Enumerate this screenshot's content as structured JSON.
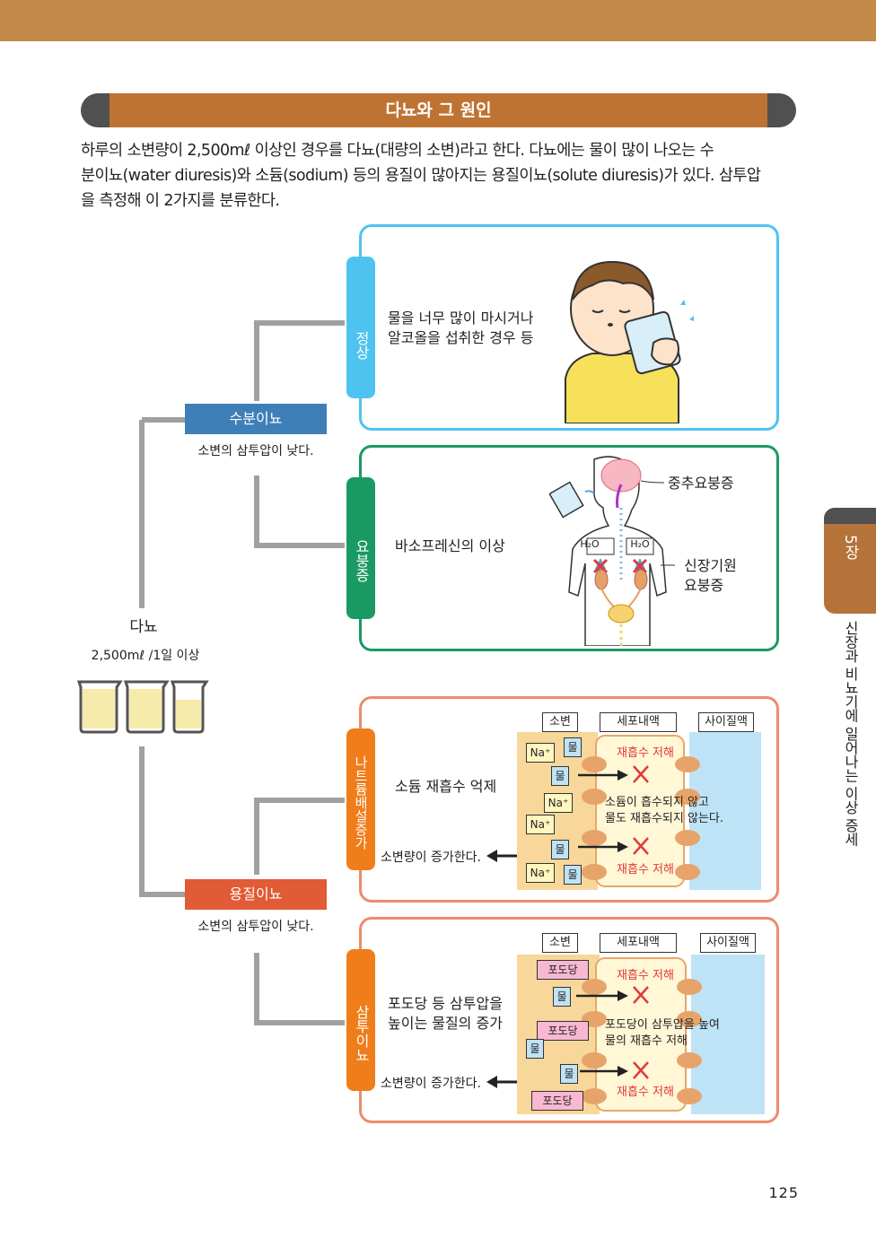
{
  "title": "다뇨와 그 원인",
  "intro": [
    "하루의 소변량이 2,500mℓ 이상인 경우를 다뇨(대량의 소변)라고 한다. 다뇨에는 물이 많이 나오는 수",
    "분이뇨(water diuresis)와 소듐(sodium) 등의 용질이 많아지는 용질이뇨(solute diuresis)가 있다. 삼투압",
    "을 측정해 이 2가지를 분류한다."
  ],
  "chapter": {
    "label": "5장",
    "title": "신장과 비뇨기에 일어나는 이상 증세"
  },
  "page_number": "125",
  "root": {
    "label": "다뇨",
    "amount": "2,500mℓ /1일 이상"
  },
  "water_diuresis": {
    "label": "수분이뇨",
    "note": "소변의 삼투압이 낮다."
  },
  "solute_diuresis": {
    "label": "용질이뇨",
    "note": "소변의 삼투압이 낮다."
  },
  "normal": {
    "tab": "정상",
    "lines": [
      "물을 너무 많이 마시거나",
      "알코올을 섭취한 경우 등"
    ]
  },
  "diabetes_insipidus": {
    "tab": "요붕증",
    "text": "바소프레신의 이상",
    "central": "중추요붕증",
    "renal": [
      "신장기원",
      "요붕증"
    ],
    "h2o": "H₂O"
  },
  "natriuresis": {
    "tab": "나트륨배설증가",
    "text": "소듐 재흡수 억제",
    "result": "소변량이 증가한다.",
    "cols": [
      "소변",
      "세포내액",
      "사이질액"
    ],
    "na": "Na⁺",
    "water": "물",
    "inhibit": "재흡수 저해",
    "desc": [
      "소듐이 흡수되지 않고",
      "물도 재흡수되지 않는다."
    ]
  },
  "osmotic": {
    "tab": "삼투이뇨",
    "lines": [
      "포도당 등 삼투압을",
      "높이는 물질의 증가"
    ],
    "result": "소변량이 증가한다.",
    "cols": [
      "소변",
      "세포내액",
      "사이질액"
    ],
    "glucose": "포도당",
    "water": "물",
    "inhibit": "재흡수 저해",
    "desc": [
      "포도당이 삼투압을 높여",
      "물의 재흡수 저해"
    ]
  },
  "colors": {
    "header_bar": "#c48a4a",
    "title_bar": "#bf7333",
    "normal": "#4fc3f0",
    "diabetes": "#1a9a63",
    "solute_box": "#ec8c6b",
    "solute_tab": "#ef7d1a",
    "water_label": "#3f7fb8",
    "solute_label": "#e05b36",
    "connector": "#a0a0a0"
  }
}
